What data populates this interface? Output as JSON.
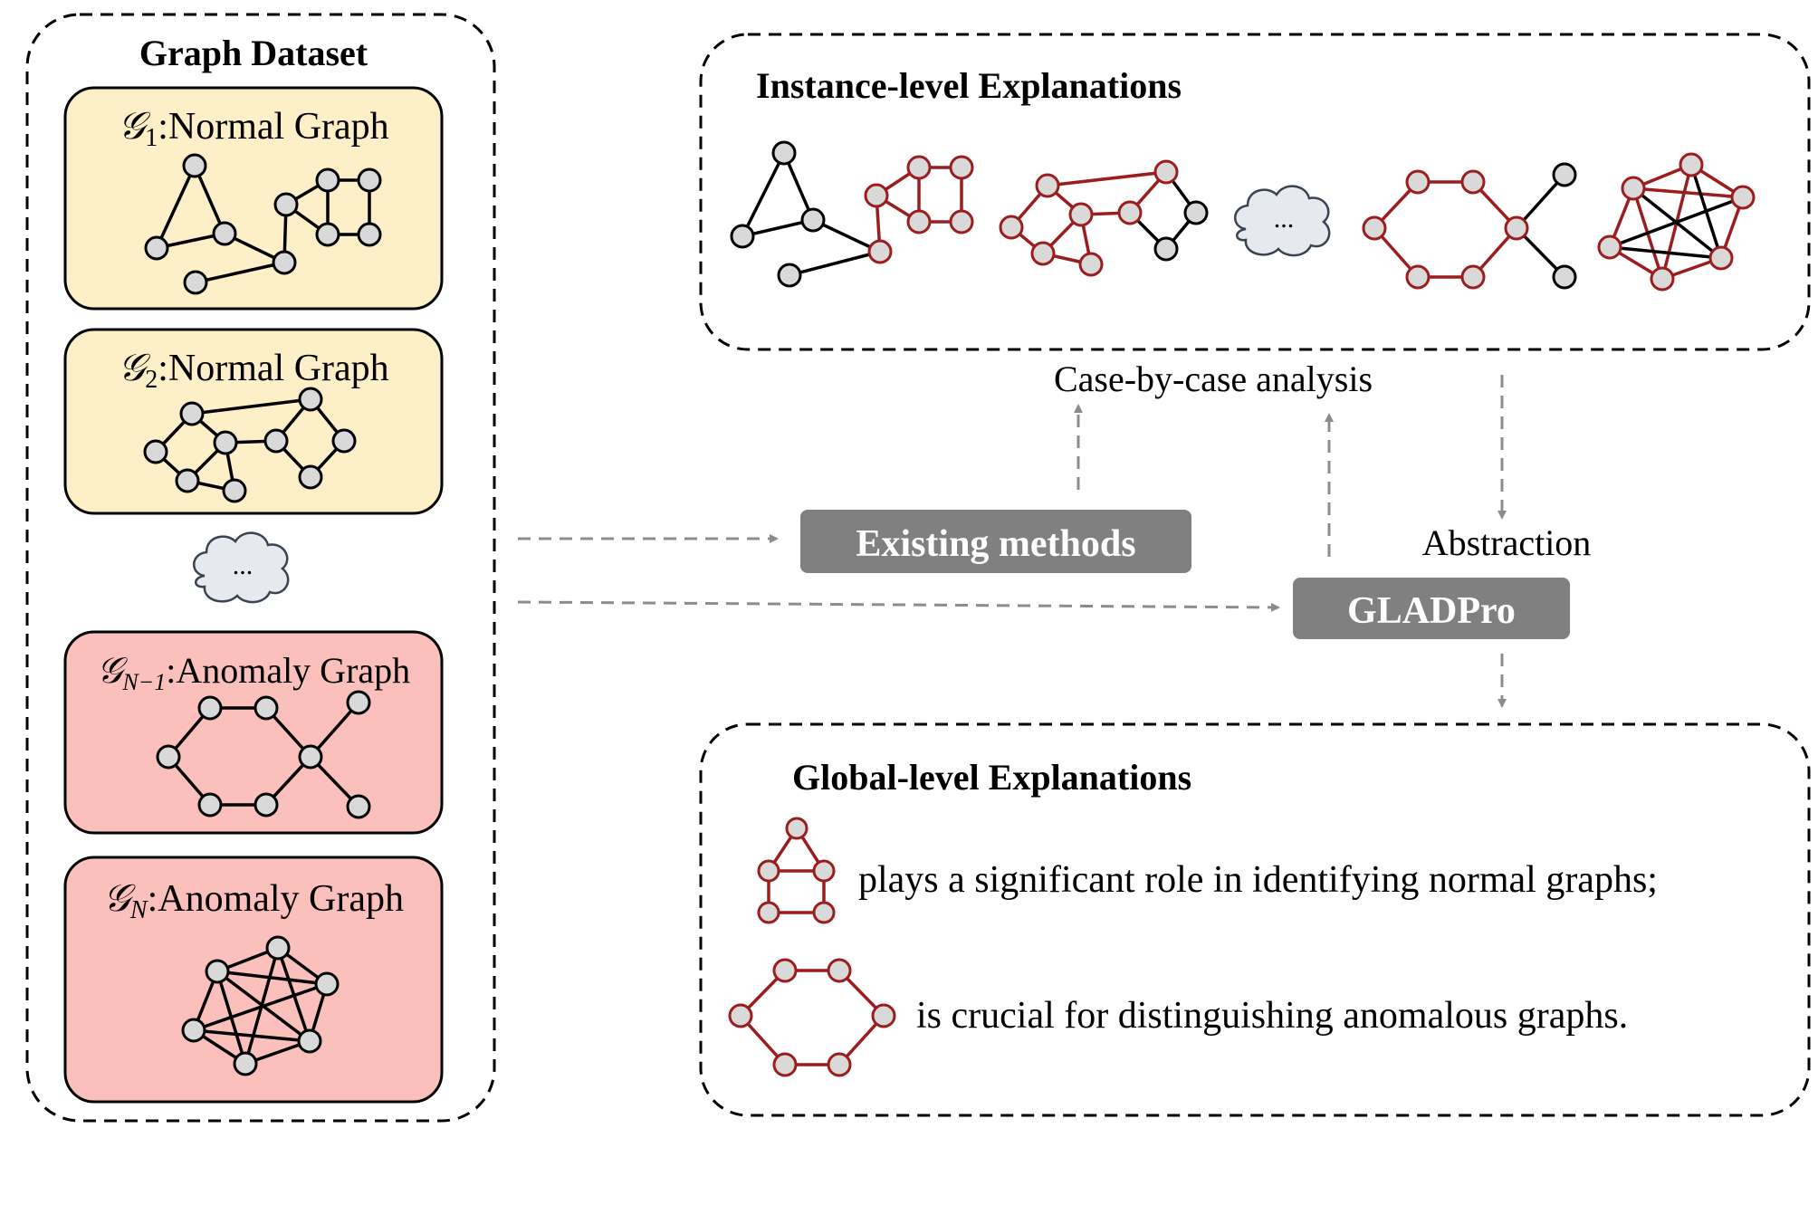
{
  "dataset": {
    "title": "Graph Dataset",
    "graphs": [
      {
        "sym": "𝒢",
        "sub": "1",
        "label": ":Normal Graph"
      },
      {
        "sym": "𝒢",
        "sub": "2",
        "label": ":Normal Graph"
      },
      {
        "sym": "𝒢",
        "sub": "N−1",
        "label": ":Anomaly Graph"
      },
      {
        "sym": "𝒢",
        "sub": "N",
        "label": ":Anomaly Graph"
      }
    ],
    "ellipsis": "..."
  },
  "instance": {
    "title": "Instance-level Explanations",
    "ellipsis": "..."
  },
  "global": {
    "title": "Global-level Explanations",
    "items": [
      "plays a significant role in identifying normal graphs;",
      "is crucial for distinguishing anomalous graphs."
    ]
  },
  "flow": {
    "existing_methods": "Existing methods",
    "gladpro": "GLADPro",
    "case_by_case": "Case-by-case analysis",
    "abstraction": "Abstraction"
  },
  "colors": {
    "normal_fill": "#fdf0c8",
    "anomaly_fill": "#fcc0bc",
    "node_fill": "#d9d9d9",
    "highlight_edge": "#9b1d1d",
    "method_box": "#808080",
    "arrow": "#8c8c8c",
    "cloud_fill": "#e6e9ee"
  }
}
